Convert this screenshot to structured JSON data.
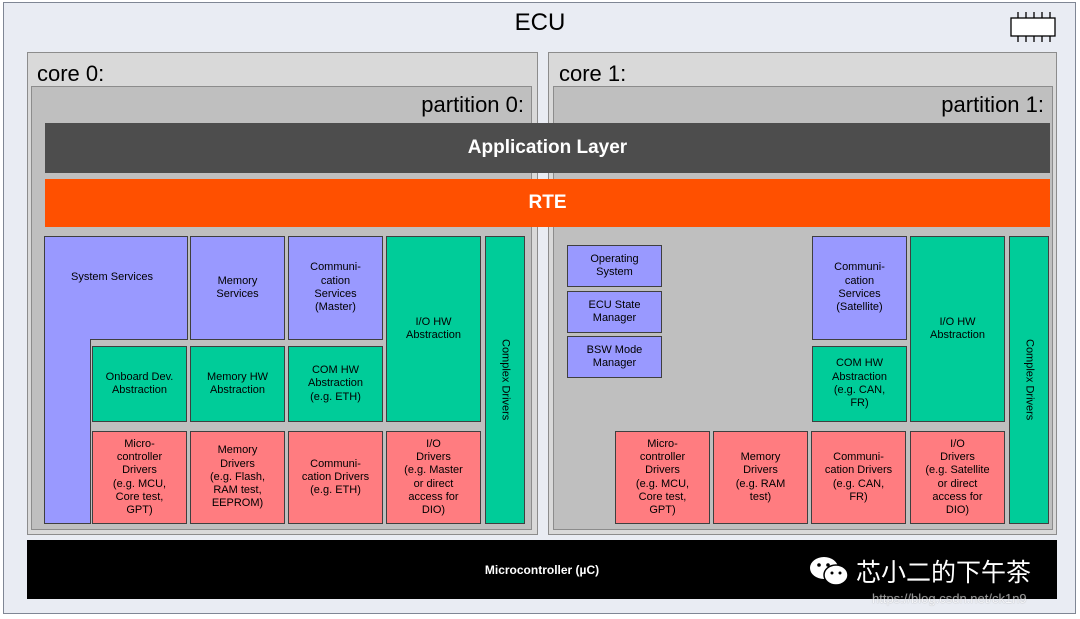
{
  "ecu": {
    "title": "ECU"
  },
  "core0": {
    "label": "core 0:",
    "partition_label": "partition 0:"
  },
  "core1": {
    "label": "core 1:",
    "partition_label": "partition 1:"
  },
  "layers": {
    "application": "Application Layer",
    "rte": "RTE"
  },
  "partition0": {
    "system_services": "System Services",
    "memory_services": "Memory\nServices",
    "com_services": "Communi-\ncation\nServices\n(Master)",
    "io_hw_abstraction": "I/O HW\nAbstraction",
    "complex_drivers": "Complex Drivers",
    "onboard_dev_abstraction": "Onboard Dev.\nAbstraction",
    "memory_hw_abstraction": "Memory HW\nAbstraction",
    "com_hw_abstraction": "COM HW\nAbstraction\n(e.g. ETH)",
    "microcontroller_drivers": "Micro-\ncontroller\nDrivers\n(e.g. MCU,\nCore test,\nGPT)",
    "memory_drivers": "Memory\nDrivers\n(e.g. Flash,\nRAM test,\nEEPROM)",
    "com_drivers": "Communi-\ncation Drivers\n(e.g. ETH)",
    "io_drivers": "I/O\nDrivers\n(e.g. Master\nor direct\naccess for\nDIO)"
  },
  "partition1": {
    "operating_system": "Operating\nSystem",
    "ecu_state_manager": "ECU State\nManager",
    "bsw_mode_manager": "BSW Mode\nManager",
    "com_services": "Communi-\ncation\nServices\n(Satellite)",
    "io_hw_abstraction": "I/O HW\nAbstraction",
    "complex_drivers": "Complex Drivers",
    "com_hw_abstraction": "COM HW\nAbstraction\n(e.g. CAN,\nFR)",
    "microcontroller_drivers": "Micro-\ncontroller\nDrivers\n(e.g. MCU,\nCore test,\nGPT)",
    "memory_drivers": "Memory\nDrivers\n(e.g. RAM\ntest)",
    "com_drivers": "Communi-\ncation Drivers\n(e.g. CAN,\nFR)",
    "io_drivers": "I/O\nDrivers\n(e.g. Satellite\nor direct\naccess for\nDIO)"
  },
  "microcontroller": {
    "label": "Microcontroller (µC)"
  },
  "watermark": {
    "text": "芯小二的下午茶",
    "url": "https://blog.csdn.net/ck1n9"
  },
  "colors": {
    "application_layer": "#4d4d4d",
    "rte": "#ff5000",
    "services": "#9999ff",
    "abstraction": "#00cc99",
    "drivers": "#ff7c80",
    "microcontroller": "#000000"
  },
  "icons": {
    "chip": "chip-icon",
    "wechat": "wechat-icon"
  }
}
